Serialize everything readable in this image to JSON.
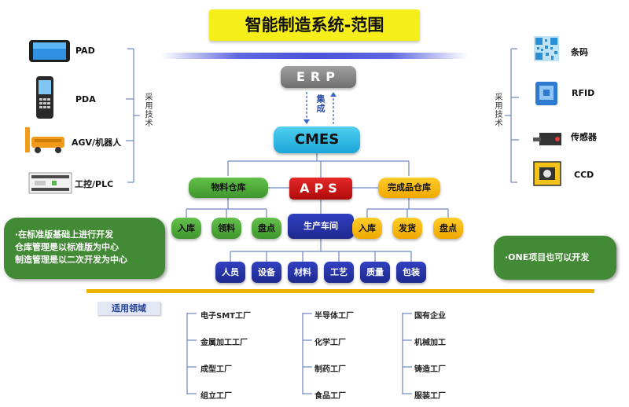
{
  "title": "智能制造系统-范围",
  "erp": "ERP",
  "integration_label": "集成",
  "cmes": "CMES",
  "aps": "APS",
  "material_warehouse": "物料仓库",
  "finished_warehouse": "完成品仓库",
  "production_workshop": "生产车间",
  "material_warehouse_children": [
    "入库",
    "领料",
    "盘点"
  ],
  "finished_warehouse_children": [
    "入库",
    "发货",
    "盘点"
  ],
  "workshop_children": [
    "人员",
    "设备",
    "材料",
    "工艺",
    "质量",
    "包装"
  ],
  "left_tech_label": "采用技术",
  "left_devices": [
    "PAD",
    "PDA",
    "AGV/机器人",
    "工控/PLC"
  ],
  "right_tech_label": "采用技术",
  "right_devices": [
    "条码",
    "RFID",
    "传感器",
    "CCD"
  ],
  "left_note": [
    "·在标准版基础上进行开发",
    "仓库管理是以标准版为中心",
    "制造管理是以二次开发为中心"
  ],
  "right_note": "·ONE项目也可以开发",
  "application_label": "适用领域",
  "industries": [
    [
      "电子SMT工厂",
      "金属加工工厂",
      "成型工厂",
      "组立工厂"
    ],
    [
      "半导体工厂",
      "化学工厂",
      "制药工厂",
      "食品工厂"
    ],
    [
      "国有企业",
      "机械加工",
      "铸造工厂",
      "服装工厂"
    ]
  ],
  "colors": {
    "title_bg": "#f6ee1a",
    "cmes": "#1aa5d8",
    "aps": "#c81414",
    "warehouse_green": "#4aa63a",
    "warehouse_orange": "#f5b400",
    "workshop_navy": "#23309a",
    "note_green": "#428a35",
    "divider_gold": "#e8b400"
  }
}
